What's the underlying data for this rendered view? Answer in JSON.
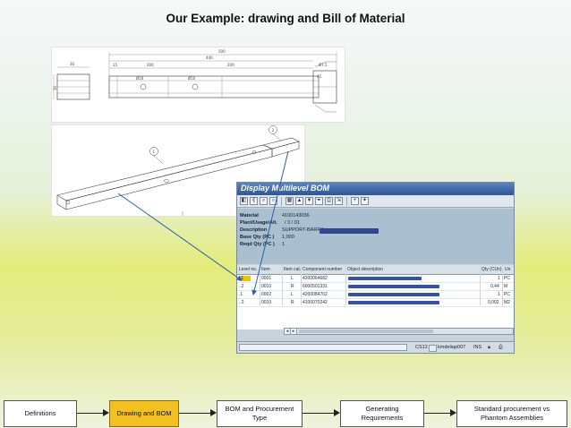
{
  "slide": {
    "title": "Our Example: drawing and Bill of Material"
  },
  "drawing": {
    "dims": [
      "500",
      "440",
      "30",
      "30",
      "15",
      "200",
      "200",
      "Ø10",
      "Ø10",
      "Ø7,5",
      "45"
    ],
    "balloons": [
      "1",
      "2"
    ]
  },
  "sap": {
    "window_title": "Display Multilevel BOM",
    "header": {
      "material_label": "Material",
      "material_value": "4100143036",
      "plant_label": "Plant/Usage/Alt.",
      "plant_value": "/ 3 / 01",
      "description_label": "Description",
      "description_value": "SUPPORT-BARRA",
      "base_qty_label": "Base Qty (PC )",
      "base_qty_value": "1,000",
      "reqd_qty_label": "Reqd Qty (PC )",
      "reqd_qty_value": "1"
    },
    "columns": [
      "Level no.",
      "Item",
      "Item cat.",
      "Component number",
      "Object description",
      "Qty (CUn)",
      "Un"
    ],
    "rows": [
      {
        "level": ".1",
        "item": "0001",
        "cat": "L",
        "component": "4200064682",
        "qty": "1",
        "un": "PC"
      },
      {
        "level": "..2",
        "item": "0010",
        "cat": "R",
        "component": "6000501331",
        "qty": "0,44",
        "un": "M"
      },
      {
        "level": ".1",
        "item": "0002",
        "cat": "L",
        "component": "4200084702",
        "qty": "1",
        "un": "PC"
      },
      {
        "level": "..2",
        "item": "0010",
        "cat": "R",
        "component": "4100070242",
        "qty": "0,002",
        "un": "M2"
      }
    ],
    "status": {
      "system": "CS12",
      "server": "kmdeliap007",
      "mode": "INS"
    }
  },
  "flow": {
    "steps": [
      {
        "label": "Definitions",
        "active": false
      },
      {
        "label": "Drawing and BOM",
        "active": true
      },
      {
        "label": "BOM and Procurement Type",
        "active": false
      },
      {
        "label": "Generating Requirements",
        "active": false
      },
      {
        "label": "Standard procurement vs Phantom Assemblies",
        "active": false
      }
    ]
  }
}
